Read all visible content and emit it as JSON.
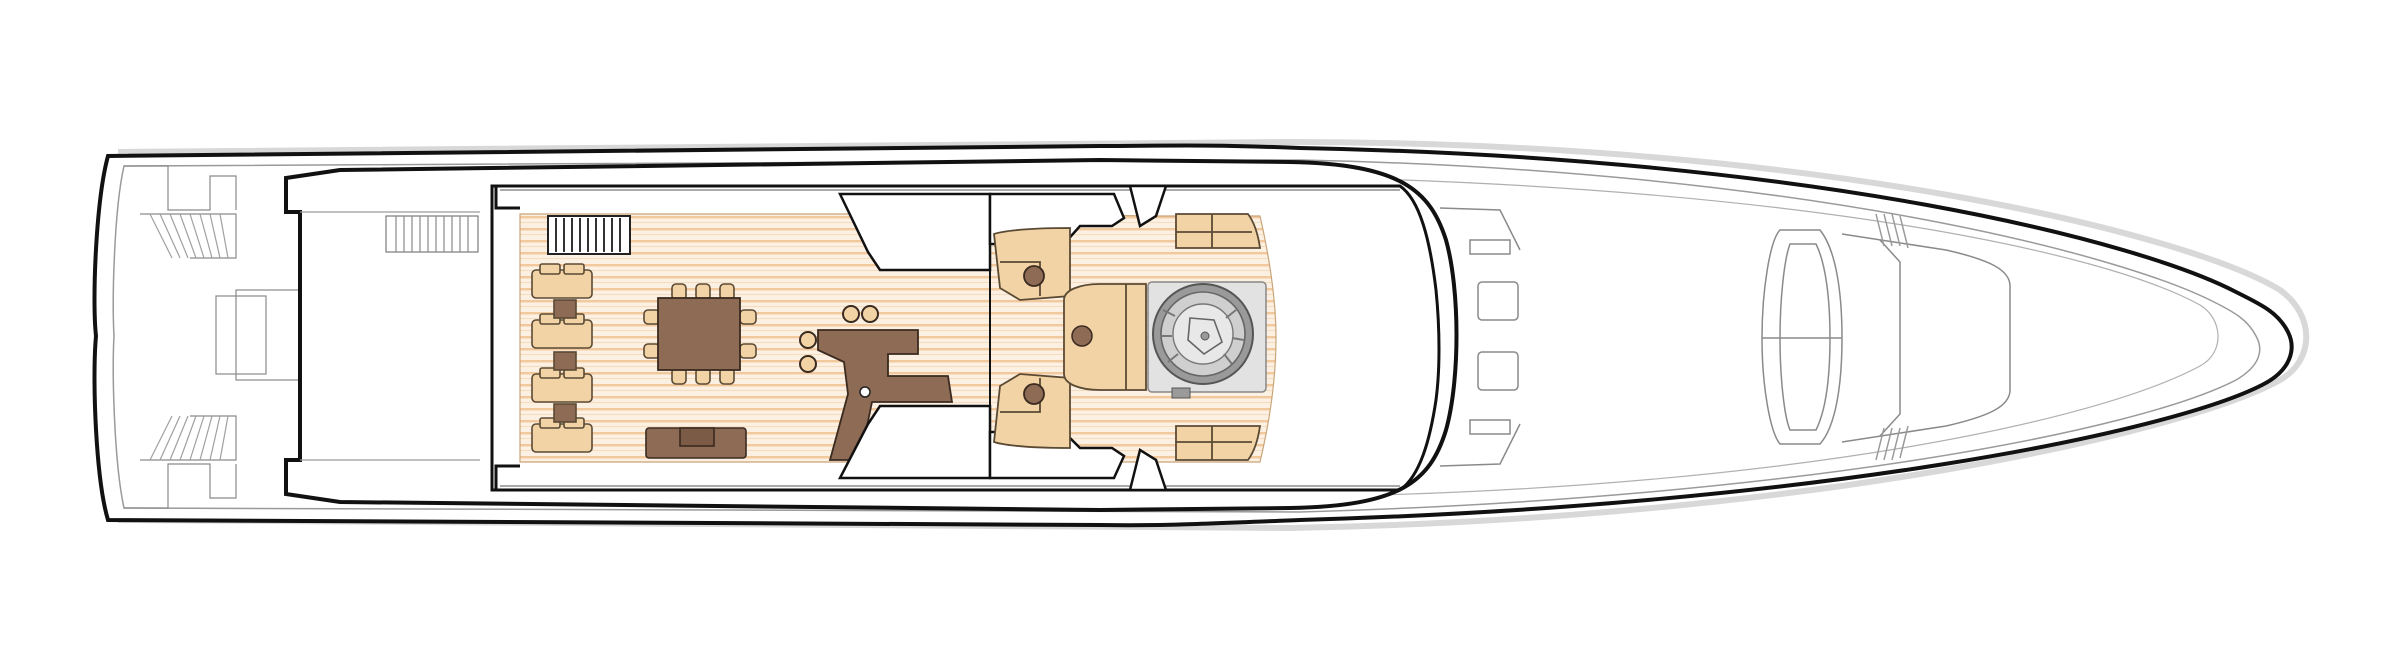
{
  "diagram": {
    "kind": "yacht sun deck plan (top view)",
    "colors": {
      "background": "#ffffff",
      "outline": "#111111",
      "fine_line": "#9a9a9a",
      "teak_light": "#fbf0e2",
      "teak_stripe": "#f2c99c",
      "cushion": "#f2d3a5",
      "cushion_border": "#5a4a34",
      "furniture_brown": "#8e6b55",
      "furniture_dark": "#6e5040",
      "jacuzzi_grey": "#b9b9b9",
      "jacuzzi_dark": "#7a7a7a",
      "shadow_grey": "#cfcfcf"
    },
    "elements": [
      "hull-outline",
      "superstructure-outline",
      "teak-deck",
      "stern-staircase-port",
      "stern-staircase-starboard",
      "stern-steps",
      "deck-stairs",
      "sun-loungers",
      "dining-table",
      "dining-chairs",
      "aft-sofa",
      "bar-counter",
      "bar-stools",
      "helm-seat-port",
      "helm-seat-starboard",
      "round-table",
      "bench-seat",
      "jacuzzi",
      "corner-sofa-port",
      "corner-sofa-starboard",
      "windscreen",
      "bow-hatch",
      "bow-seating"
    ]
  }
}
